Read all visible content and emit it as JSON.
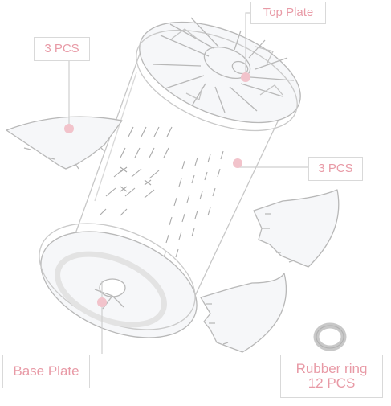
{
  "labels": {
    "top_plate": "Top Plate",
    "left_pcs": "3 PCS",
    "right_pcs": "3 PCS",
    "base_plate": "Base Plate",
    "rubber_ring_line1": "Rubber ring",
    "rubber_ring_line2": "12 PCS"
  },
  "colors": {
    "label_text": "#e89aa6",
    "label_border": "#d9d9d9",
    "leader_line": "#cfcfcf",
    "marker_dot": "#f2c3cb",
    "outline": "#b8b8b8",
    "acrylic_fill": "#f4f5f7"
  }
}
